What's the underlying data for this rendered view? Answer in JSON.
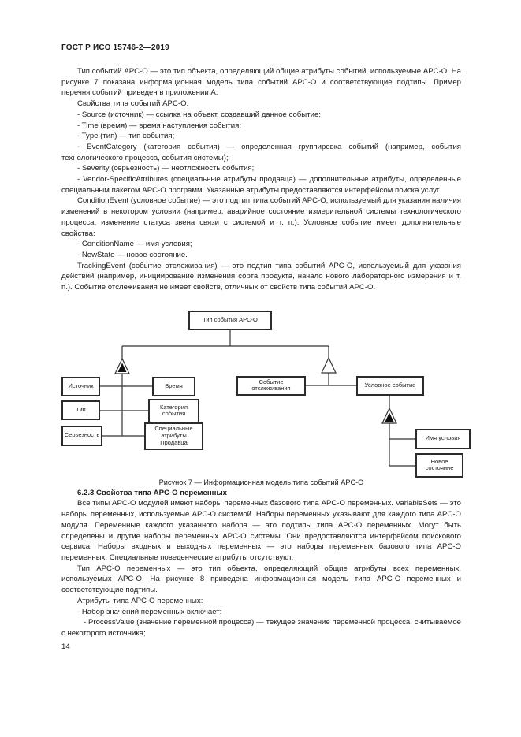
{
  "header": {
    "title": "ГОСТ Р ИСО 15746-2—2019"
  },
  "body": {
    "paragraphs": [
      "Тип событий APC-O — это тип объекта, определяющий общие атрибуты событий, используемые APC-O. На рисунке 7 показана информационная модель типа событий APC-O и соответствующие подтипы. Пример перечня событий приведен в приложении А.",
      "Свойства типа событий APC-O:",
      "- Source (источник) — ссылка на объект, создавший данное событие;",
      "- Time (время) — время наступления события;",
      "- Type (тип) — тип события;",
      "- EventCategory (категория события) — определенная группировка событий (например, события технологического процесса, события системы);",
      "- Severity (серьезность) — неотложность события;",
      "- Vendor-SpecificAttributes (специальные атрибуты продавца) — дополнительные атрибуты, определенные специальным пакетом APC-O программ. Указанные атрибуты предоставляются интерфейсом поиска услуг.",
      "ConditionEvent (условное событие) — это подтип типа событий APC-O, используемый для указания наличия изменений в некотором условии (например, аварийное состояние измерительной системы технологического процесса, изменение статуса звена связи с системой и т. п.). Условное событие имеет дополнительные свойства:",
      "- ConditionName — имя условия;",
      "- NewState — новое состояние.",
      "TrackingEvent (событие отслеживания) — это подтип типа событий APC-O, используемый для указания действий (например, инициирование изменения сорта продукта, начало нового лабораторного измерения и т. п.). Событие отслеживания не имеет свойств, отличных от свойств типа событий APC-O."
    ]
  },
  "figure": {
    "caption": "Рисунок 7 — Информационная модель типа событий APC-O",
    "nodes": {
      "root": "Тип события APC-O",
      "source": "Источник",
      "type": "Тип",
      "severity": "Серьезность",
      "time": "Время",
      "category": "Категория события",
      "vendor_attrs": "Специальные атрибуты Продавца",
      "tracking": "Событие отслеживания",
      "condition": "Условное событие",
      "condition_name": "Имя условия",
      "new_state": "Новое состояние"
    }
  },
  "section": {
    "heading": "6.2.3 Свойства типа APC-O переменных",
    "paragraphs": [
      "Все типы APC-O модулей имеют наборы переменных базового типа APC-O переменных. VariableSets — это наборы переменных, используемые APC-O системой. Наборы переменных указывают для каждого типа APC-O модуля. Переменные каждого указанного набора — это подтипы типа APC-O переменных. Могут быть определены и другие наборы переменных APC-O системы. Они предоставляются интерфейсом поискового сервиса. Наборы входных и выходных переменных — это наборы переменных базового типа APC-O переменных. Специальные поведенческие атрибуты отсутствуют.",
      "Тип APC-O переменных — это тип объекта, определяющий общие атрибуты всех переменных, используемых APC-O. На рисунке 8 приведена информационная модель типа APC-O переменных и соответствующие подтипы.",
      "Атрибуты типа APC-O переменных:",
      "- Набор значений переменных включает:",
      "- ProcessValue (значение переменной процесса) — текущее значение переменной процесса, считываемое с некоторого источника;"
    ]
  },
  "footer": {
    "page_number": "14"
  }
}
